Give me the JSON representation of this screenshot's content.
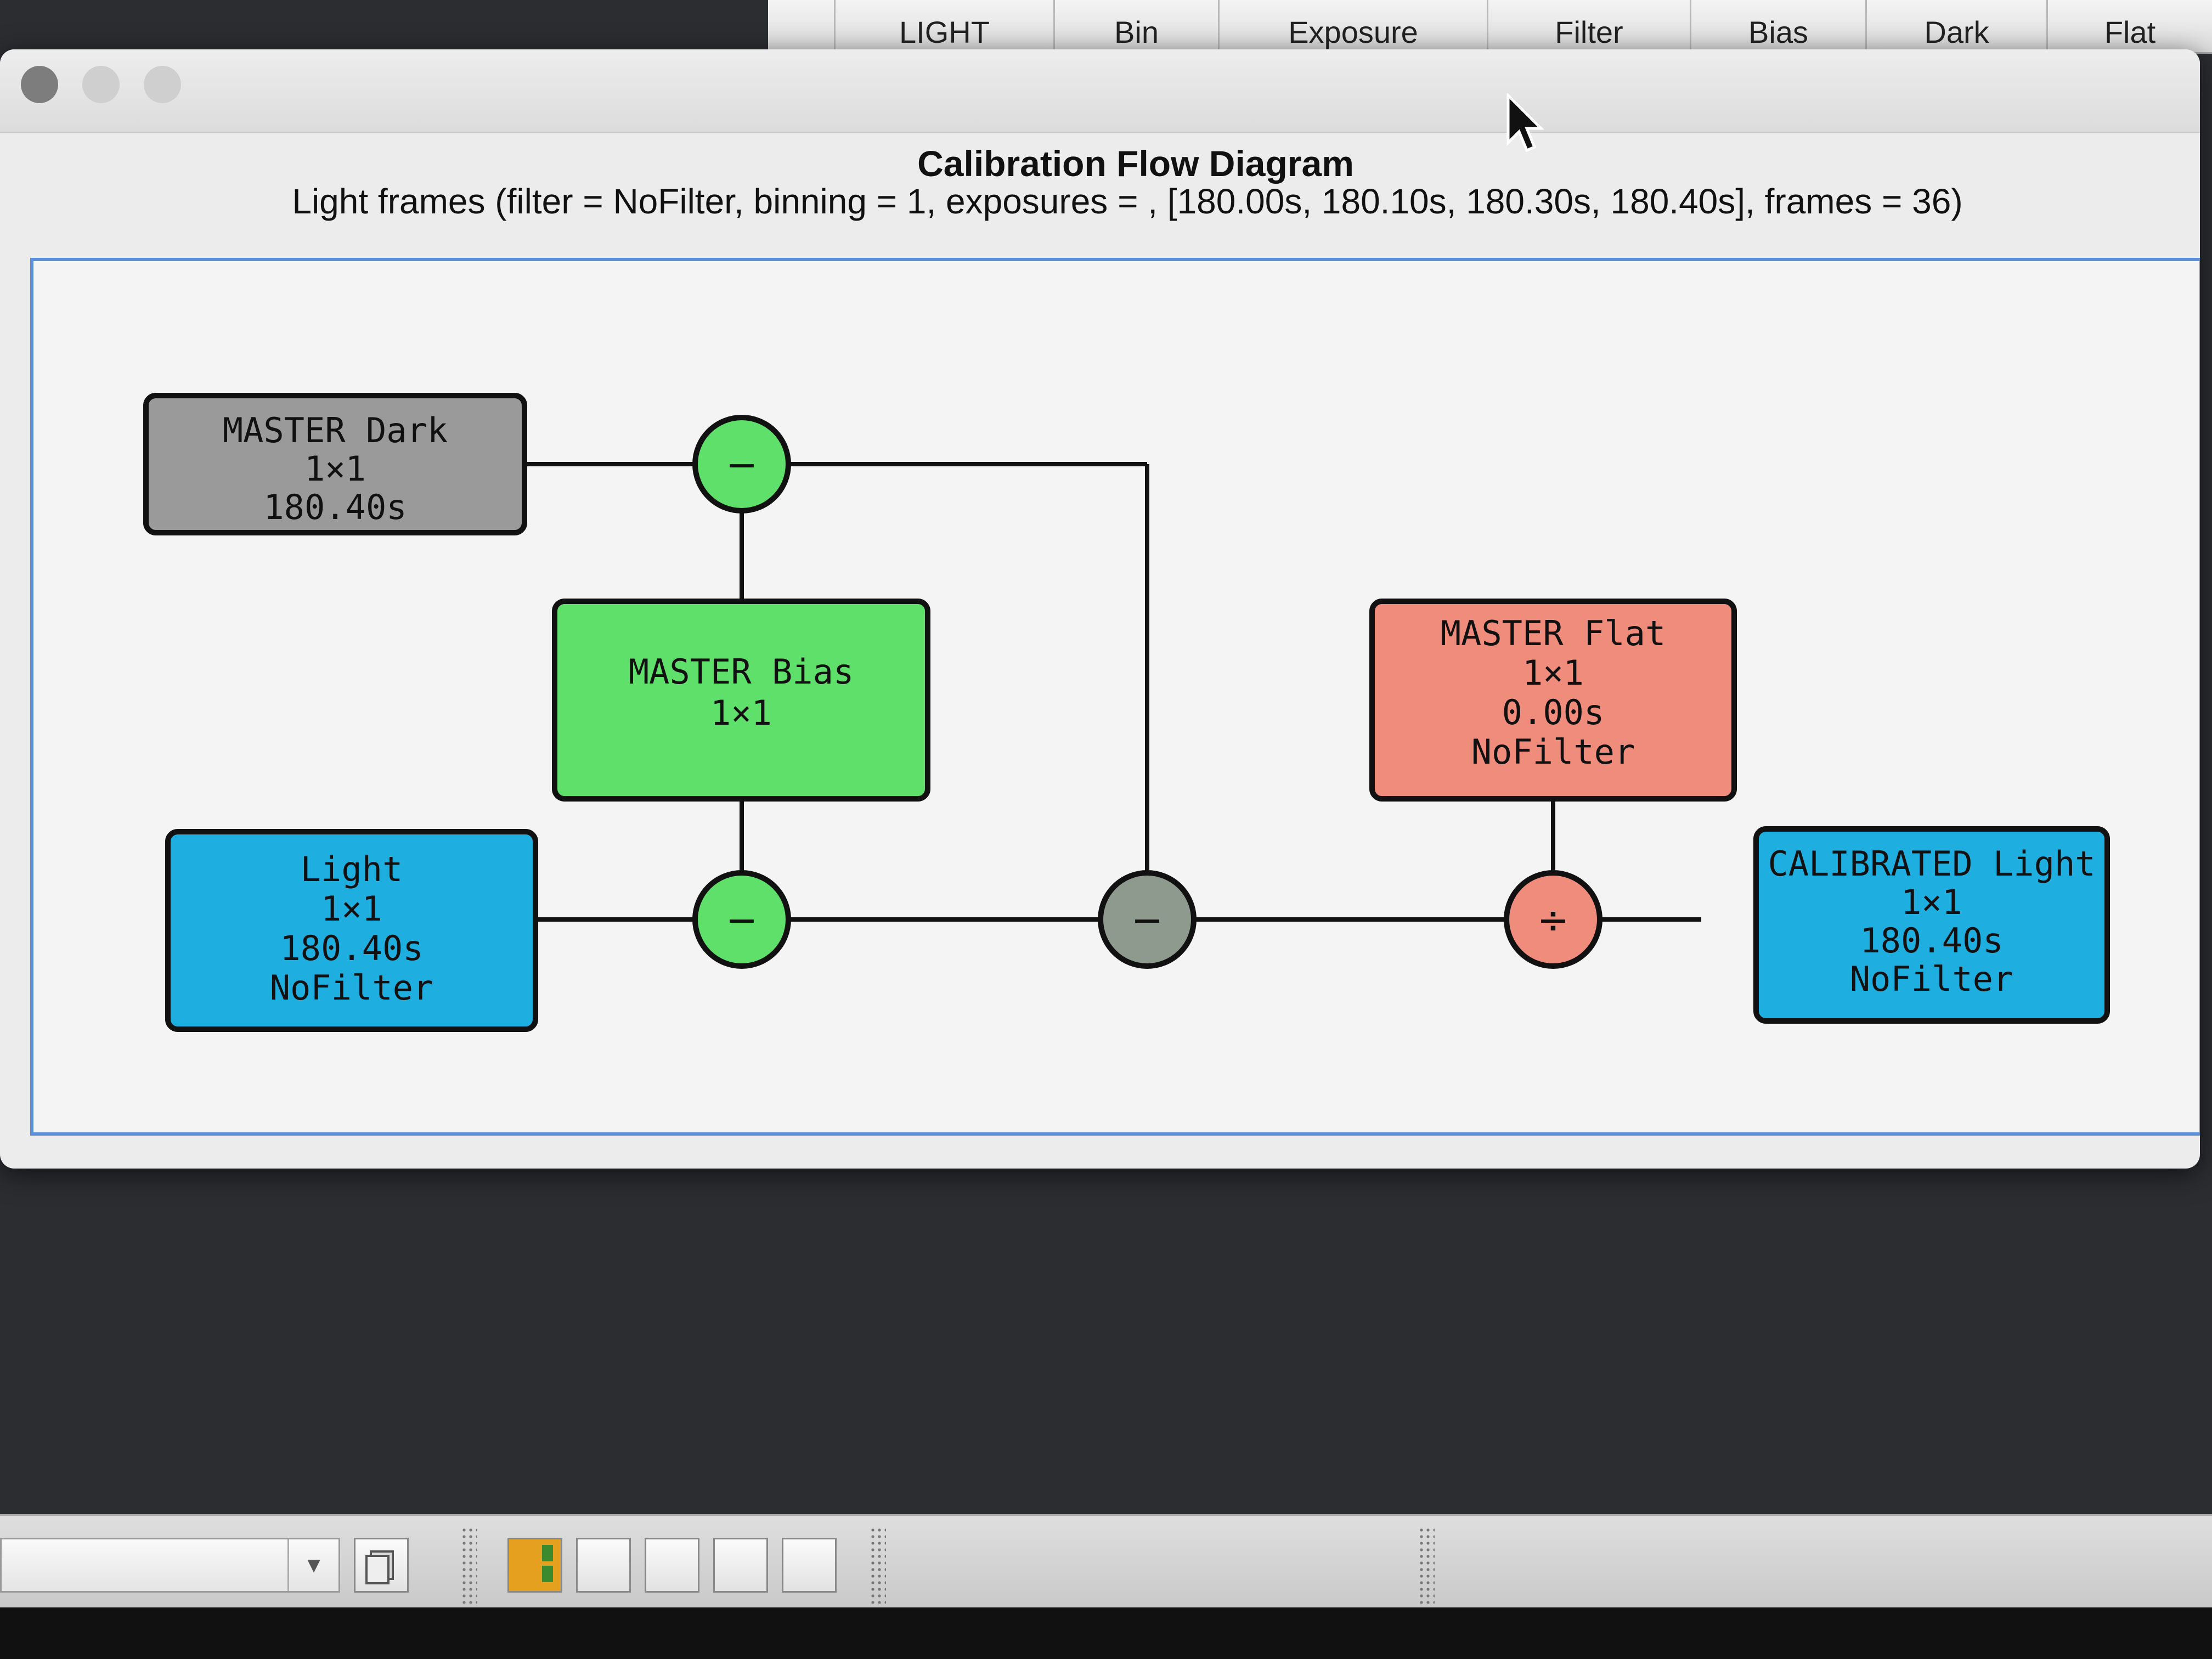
{
  "background_table": {
    "columns": [
      "LIGHT",
      "Bin",
      "Exposure",
      "Filter",
      "Bias",
      "Dark",
      "Flat"
    ]
  },
  "dialog": {
    "title": "Calibration Flow Diagram",
    "subtitle": "Light frames (filter = NoFilter, binning = 1, exposures = , [180.00s, 180.10s, 180.30s, 180.40s], frames = 36)"
  },
  "nodes": {
    "master_dark": {
      "lines": [
        "MASTER Dark",
        "1×1",
        "180.40s"
      ],
      "color": "#9a9a9a"
    },
    "master_bias": {
      "lines": [
        "MASTER Bias",
        "1×1"
      ],
      "color": "#5fe06a"
    },
    "master_flat": {
      "lines": [
        "MASTER Flat",
        "1×1",
        "0.00s",
        "NoFilter"
      ],
      "color": "#f08c7c"
    },
    "light": {
      "lines": [
        "Light",
        "1×1",
        "180.40s",
        "NoFilter"
      ],
      "color": "#1eaee0"
    },
    "calibrated_light": {
      "lines": [
        "CALIBRATED Light",
        "1×1",
        "180.40s",
        "NoFilter"
      ],
      "color": "#1eaee0"
    }
  },
  "operators": {
    "dark_minus_bias": {
      "symbol": "−",
      "color": "#5fe06a"
    },
    "light_minus_bias": {
      "symbol": "−",
      "color": "#5fe06a"
    },
    "minus_dark": {
      "symbol": "−",
      "color": "#8f9a8f"
    },
    "divide_flat": {
      "symbol": "÷",
      "color": "#f08c7c"
    }
  },
  "window_buttons": {
    "close_color": "#7d7d7d",
    "minimize_color": "#cfcfcf",
    "zoom_color": "#cfcfcf"
  },
  "frame_color": "#5b8fdc"
}
